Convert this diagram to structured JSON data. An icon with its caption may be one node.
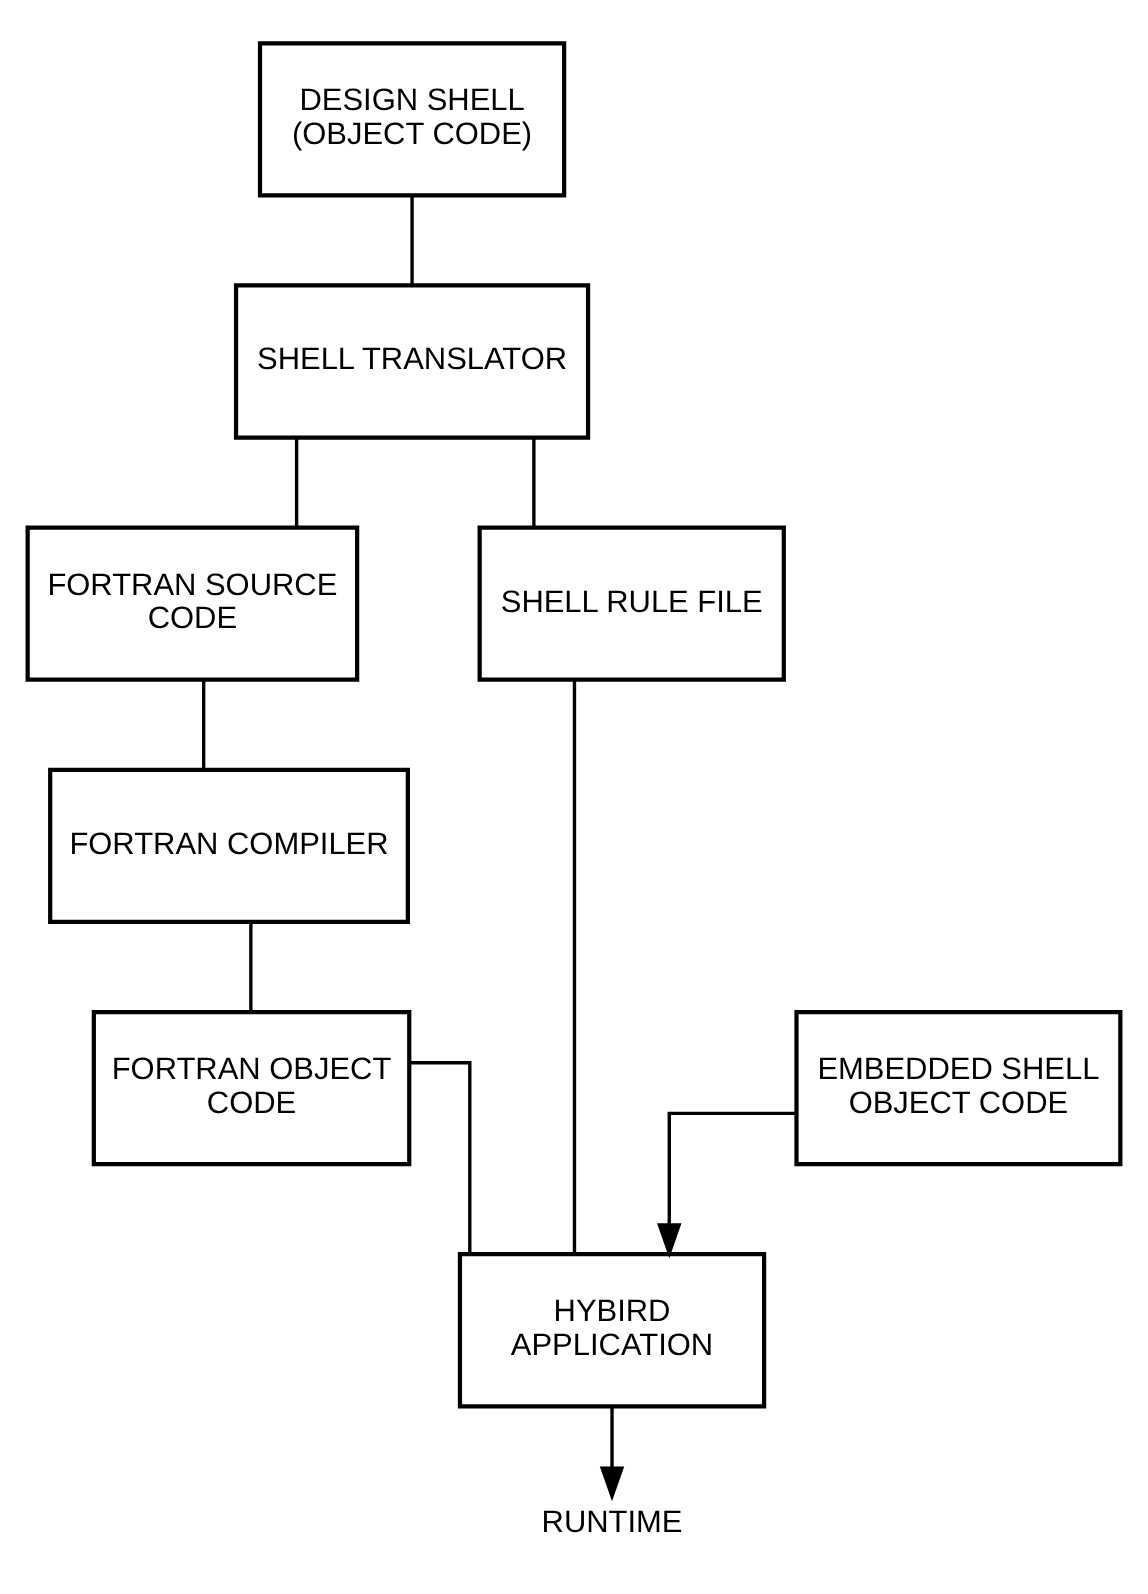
{
  "diagram": {
    "nodes": [
      {
        "text": [
          "DESIGN SHELL (OBJECT CODE)"
        ]
      },
      {
        "text": [
          "SHELL TRANSLATOR"
        ]
      },
      {
        "text": [
          "FORTRAN SOURCE CODE"
        ]
      },
      {
        "text": [
          "SHELL RULE FILE"
        ]
      },
      {
        "text": [
          "FORTRAN COMPILER"
        ]
      },
      {
        "text": [
          "FORTRAN OBJECT CODE"
        ]
      },
      {
        "text": [
          "EMBEDDED SHELL OBJECT CODE"
        ]
      },
      {
        "text": [
          "HYBIRD APPLICATION"
        ]
      },
      {
        "text": [
          "RUNTIME"
        ]
      }
    ],
    "edges": [
      {
        "from": 0,
        "to": 1,
        "arrow": "none"
      },
      {
        "from": 1,
        "to": 2,
        "arrow": "none"
      },
      {
        "from": 1,
        "to": 3,
        "arrow": "none"
      },
      {
        "from": 2,
        "to": 4,
        "arrow": "none"
      },
      {
        "from": 4,
        "to": 5,
        "arrow": "none"
      },
      {
        "from": 5,
        "to": 7,
        "arrow": "none"
      },
      {
        "from": 6,
        "to": 7,
        "arrow": "to"
      },
      {
        "from": 3,
        "to": 7,
        "arrow": "none"
      },
      {
        "from": 7,
        "to": 8,
        "arrow": "to"
      }
    ]
  }
}
